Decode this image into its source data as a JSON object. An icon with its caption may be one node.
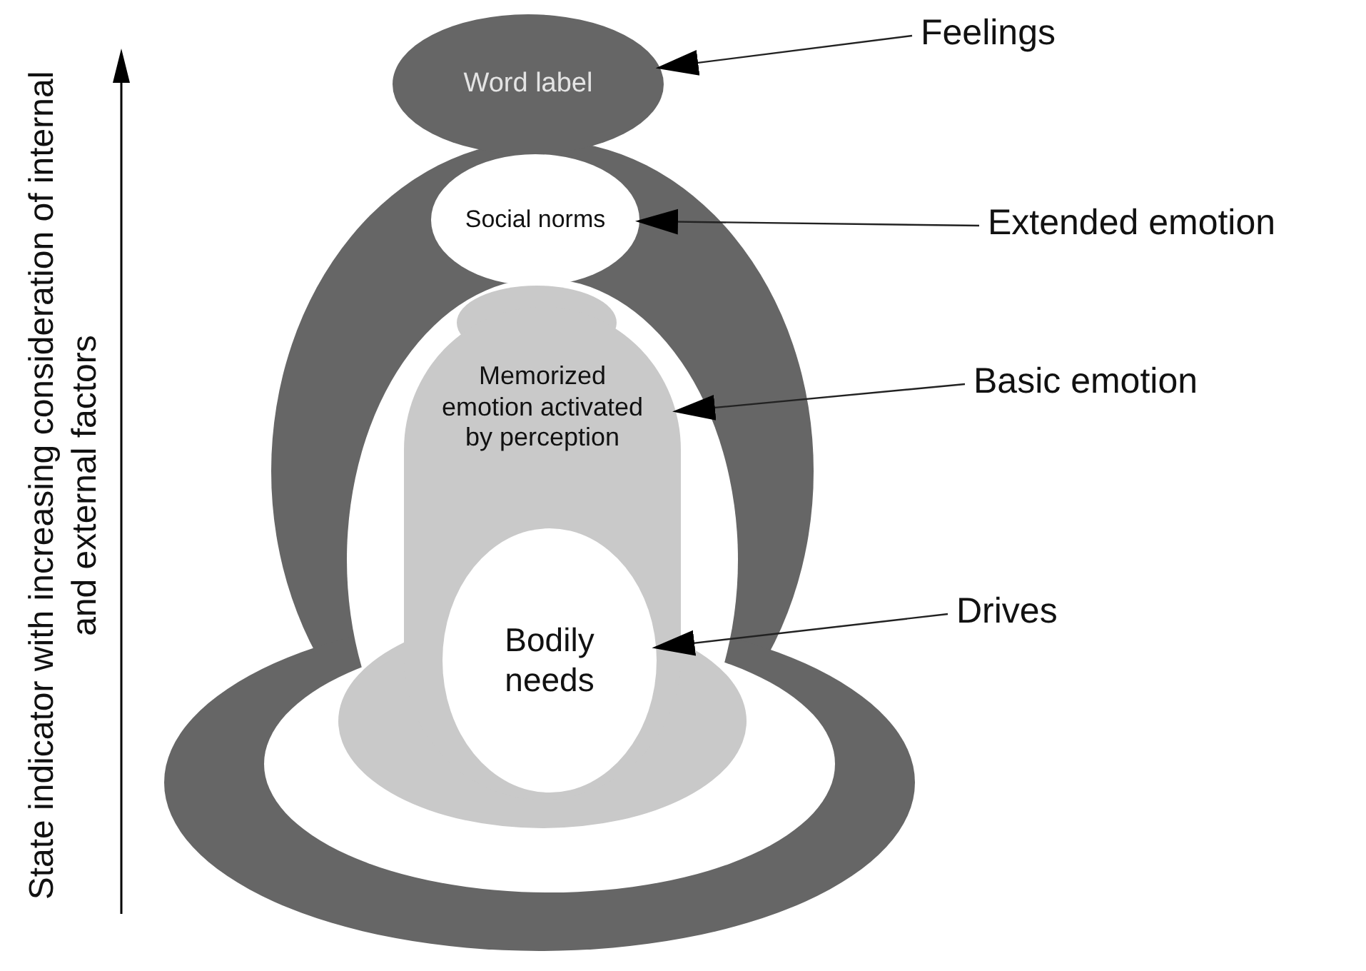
{
  "diagram": {
    "nodes": [
      {
        "text": [
          "Word label"
        ]
      },
      {
        "text": [
          "Social norms"
        ]
      },
      {
        "text": [
          "Memorized emotion activated by perception"
        ]
      },
      {
        "text": [
          "Bodily needs"
        ],
        "in": 2
      },
      {
        "text": [
          "Feelings"
        ]
      },
      {
        "text": [
          "Extended emotion"
        ]
      },
      {
        "text": [
          "Basic emotion"
        ]
      },
      {
        "text": [
          "Drives"
        ]
      }
    ],
    "edges": [
      {
        "from": 4,
        "to": 0,
        "arrow": "to"
      },
      {
        "from": 5,
        "to": 1,
        "arrow": "to"
      },
      {
        "from": 6,
        "to": 2,
        "arrow": "to"
      },
      {
        "from": 7,
        "to": 3,
        "arrow": "to"
      }
    ],
    "labels": [
      "State indicator with increasing consideration of internal and external factors"
    ]
  }
}
